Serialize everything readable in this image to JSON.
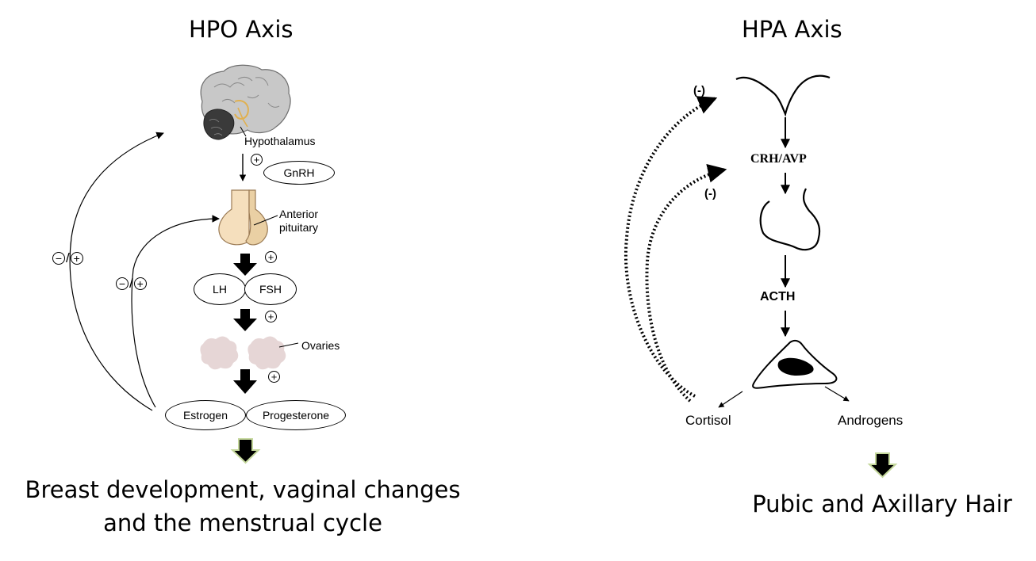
{
  "hpo": {
    "title": "HPO Axis",
    "hypothalamus": "Hypothalamus",
    "gnrh": "GnRH",
    "anterior_pituitary": [
      "Anterior",
      "pituitary"
    ],
    "lh": "LH",
    "fsh": "FSH",
    "ovaries": "Ovaries",
    "estrogen": "Estrogen",
    "progesterone": "Progesterone",
    "plus_sign": "+",
    "feedback": {
      "minus": "−",
      "slash": "/",
      "plus": "+"
    },
    "effect": [
      "Breast development, vaginal changes",
      "and the menstrual cycle"
    ]
  },
  "hpa": {
    "title": "HPA Axis",
    "crh_avp": "CRH/AVP",
    "acth": "ACTH",
    "cortisol": "Cortisol",
    "androgens": "Androgens",
    "negative_feedback": "(-)",
    "effect": "Pubic and Axillary Hair"
  },
  "colors": {
    "brain": "#bfbfbf",
    "pituitary": "#f5dfbd",
    "ovary": "#e6d6d6",
    "result_arrow_fill": "#000000",
    "result_arrow_glow": "#c4d79b"
  }
}
